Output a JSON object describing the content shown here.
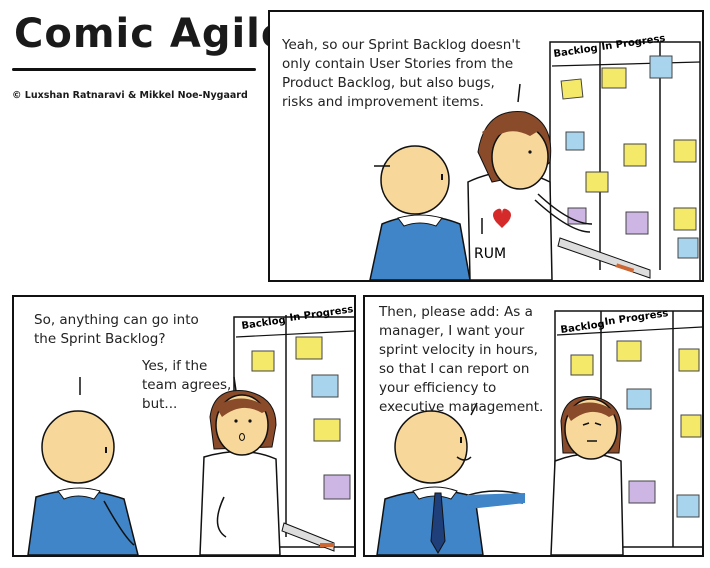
{
  "header": {
    "title": "Comic Agilé",
    "credit": "© Luxshan Ratnaravi & Mikkel Noe-Nygaard"
  },
  "panels": [
    {
      "speech": "Yeah, so our Sprint Backlog doesn't\nonly contain User Stories from the\nProduct Backlog, but also bugs,\nrisks and improvement items.",
      "board_labels": [
        "Backlog",
        "In Progress"
      ],
      "shirt_text": "RUM"
    },
    {
      "speech_left": "So, anything can go into\nthe Sprint Backlog?",
      "speech_right": "Yes, if the\nteam agrees,\nbut...",
      "board_labels": [
        "Backlog",
        "In Progress"
      ]
    },
    {
      "speech": "Then, please add:  As a\nmanager, I want your\nsprint velocity in hours,\nso that I can report on\nyour efficiency to\nexecutive management.",
      "board_labels": [
        "Backlog",
        "In Progress"
      ]
    }
  ],
  "colors": {
    "sticky_yellow": "#f5e96a",
    "sticky_blue": "#a9d4ee",
    "sticky_purple": "#cdb6e3",
    "shirt_blue": "#3f85c8",
    "skin": "#f7d79a",
    "hair": "#8a4b2a"
  }
}
